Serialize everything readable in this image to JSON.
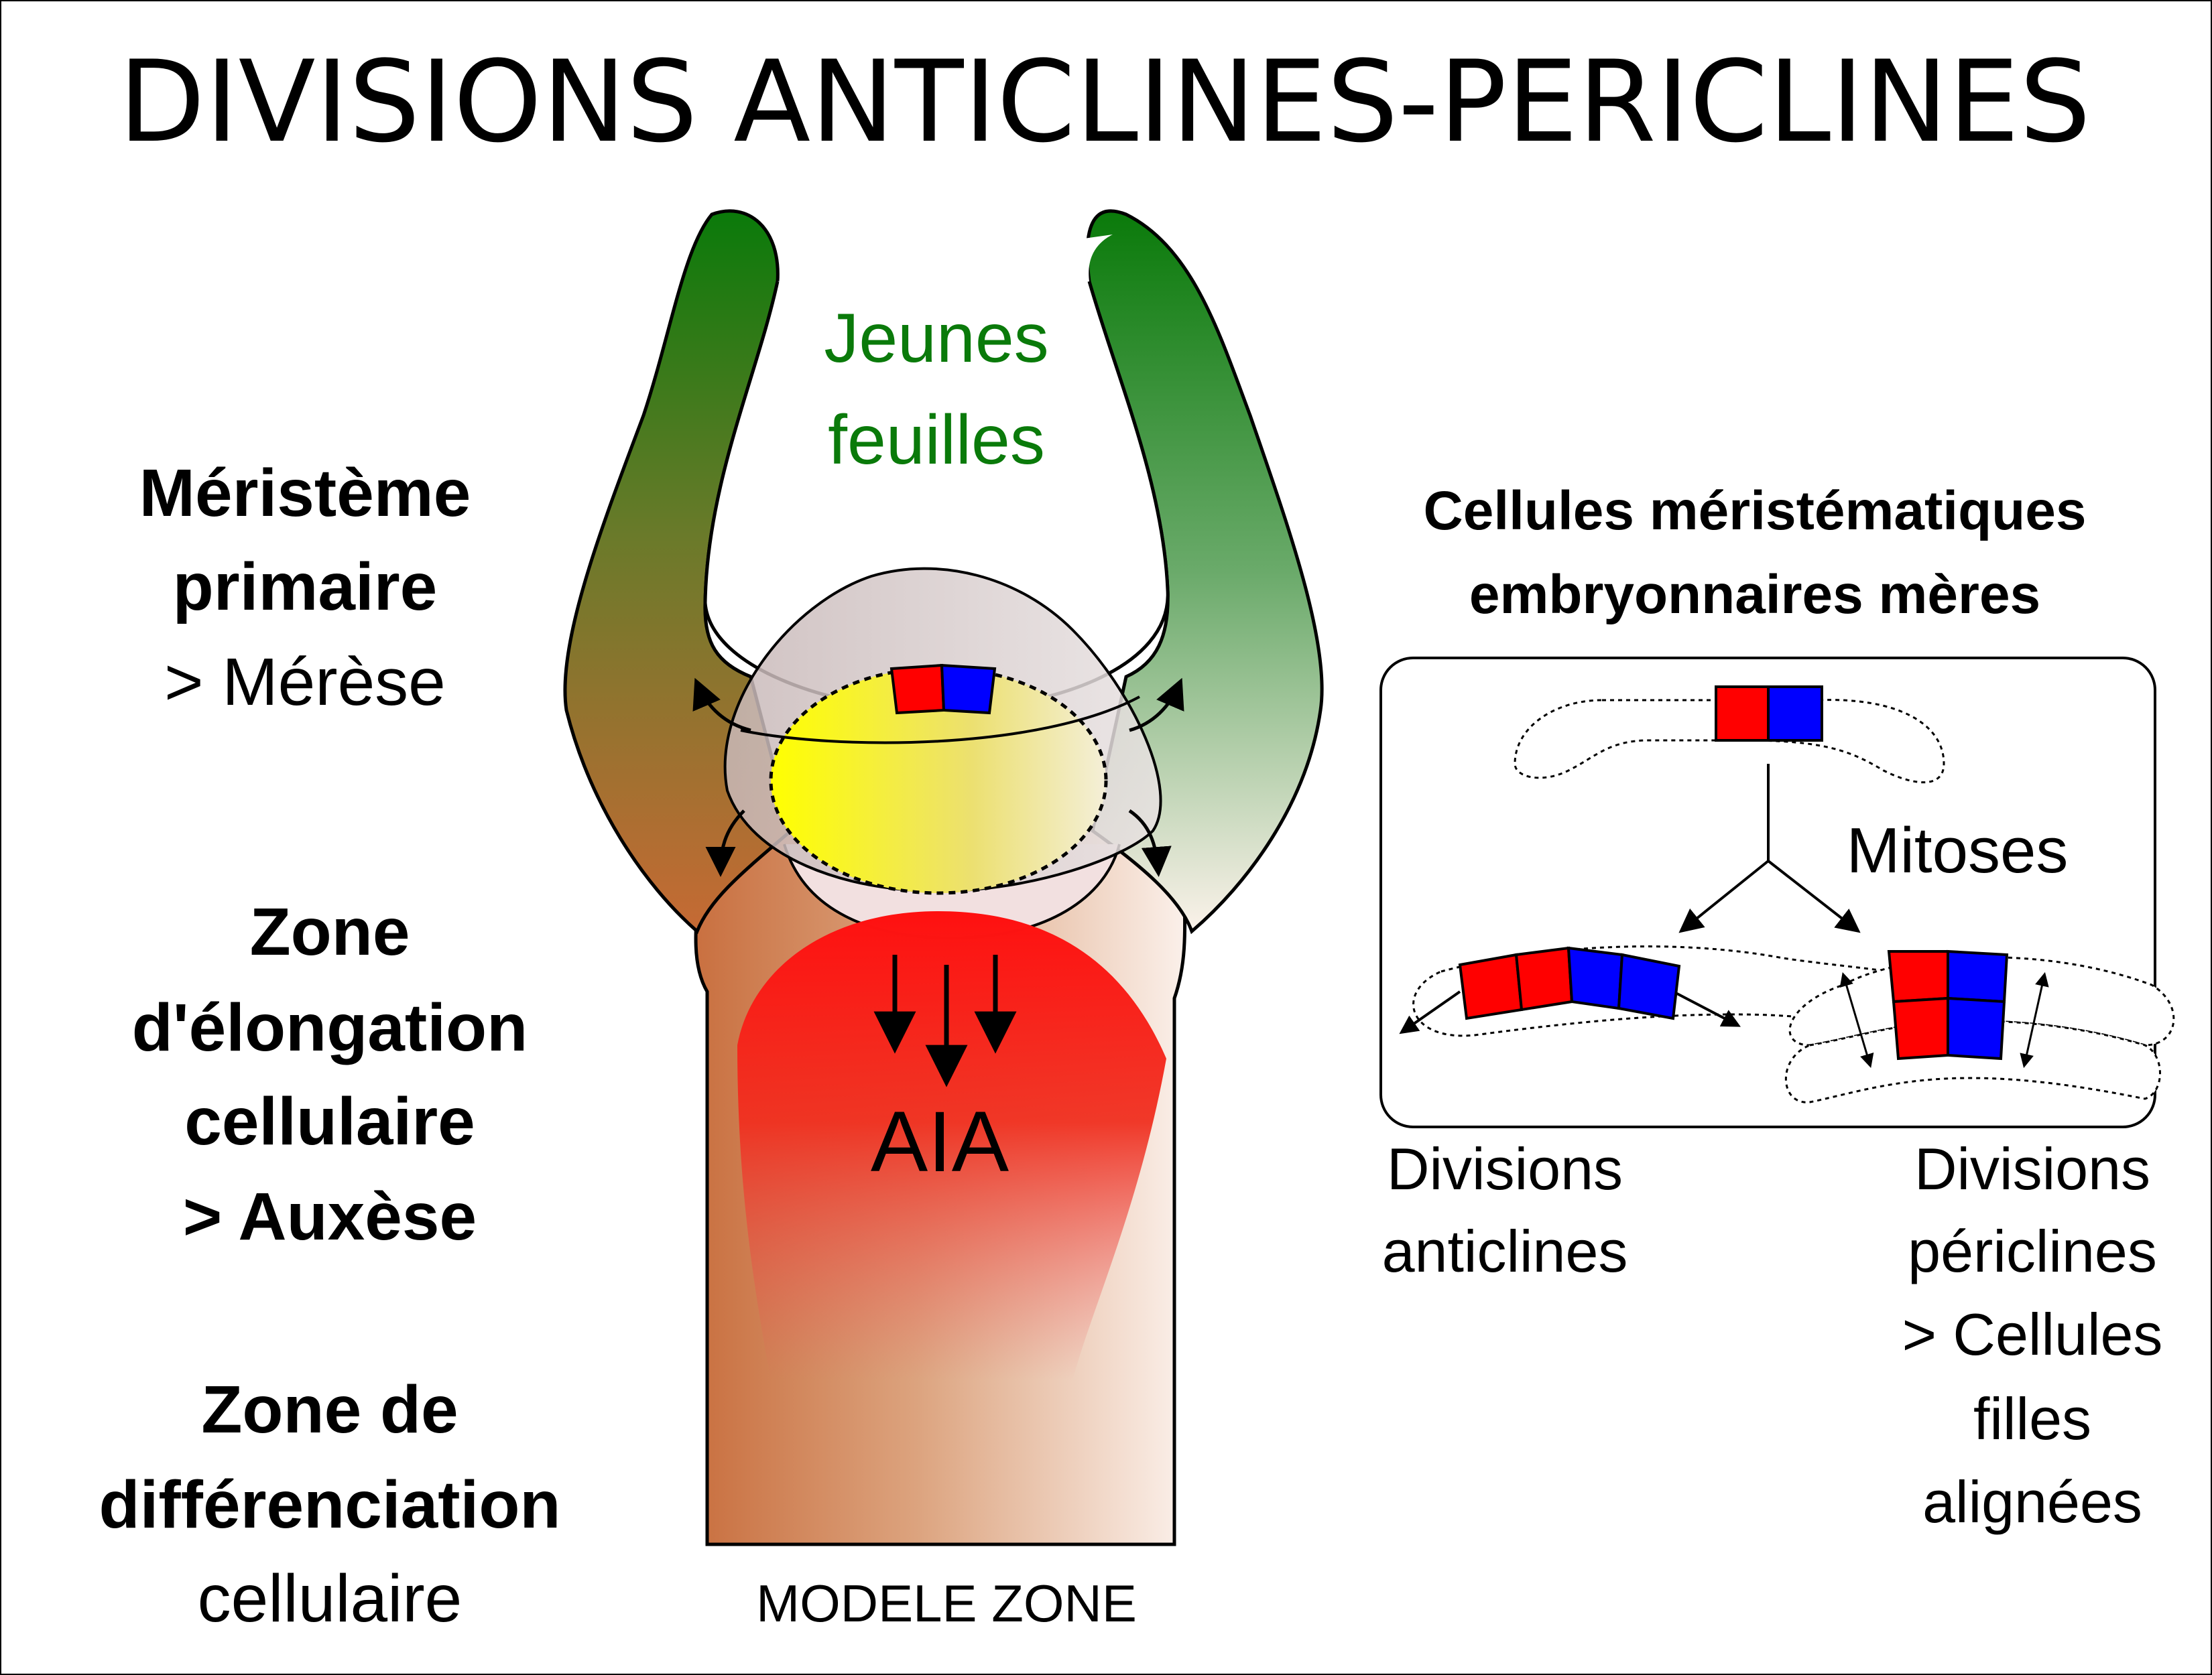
{
  "title": "DIVISIONS ANTICLINES-PERICLINES",
  "colors": {
    "leaf_green": "#0a7a0a",
    "apex_yellow": "#ffff00",
    "auxin_red": "#ff1010",
    "stem_brown": "#c8703a",
    "cell_red": "#ff0000",
    "cell_blue": "#0000ff"
  },
  "plant": {
    "leaves_label_line1": "Jeunes",
    "leaves_label_line2": "feuilles",
    "hormone_label": "AIA",
    "bottom_caption": "MODELE ZONE"
  },
  "left_zones": {
    "primary_title_line1": "Méristème",
    "primary_title_line2": "primaire",
    "primary_sub": "> Mérèse",
    "elong_line1": "Zone",
    "elong_line2": "d'élongation",
    "elong_line3": "cellulaire",
    "elong_line4": "> Auxèse",
    "diff_line1": "Zone de",
    "diff_line2": "différenciation",
    "diff_line3": "cellulaire"
  },
  "right_panel": {
    "title_line1": "Cellules méristématiques",
    "title_line2": "embryonnaires mères",
    "mitoses_label": "Mitoses",
    "anticline_line1": "Divisions",
    "anticline_line2": "anticlines",
    "pericline_line1": "Divisions",
    "pericline_line2": "périclines",
    "pericline_line3": "> Cellules",
    "pericline_line4": "filles",
    "pericline_line5": "alignées"
  }
}
